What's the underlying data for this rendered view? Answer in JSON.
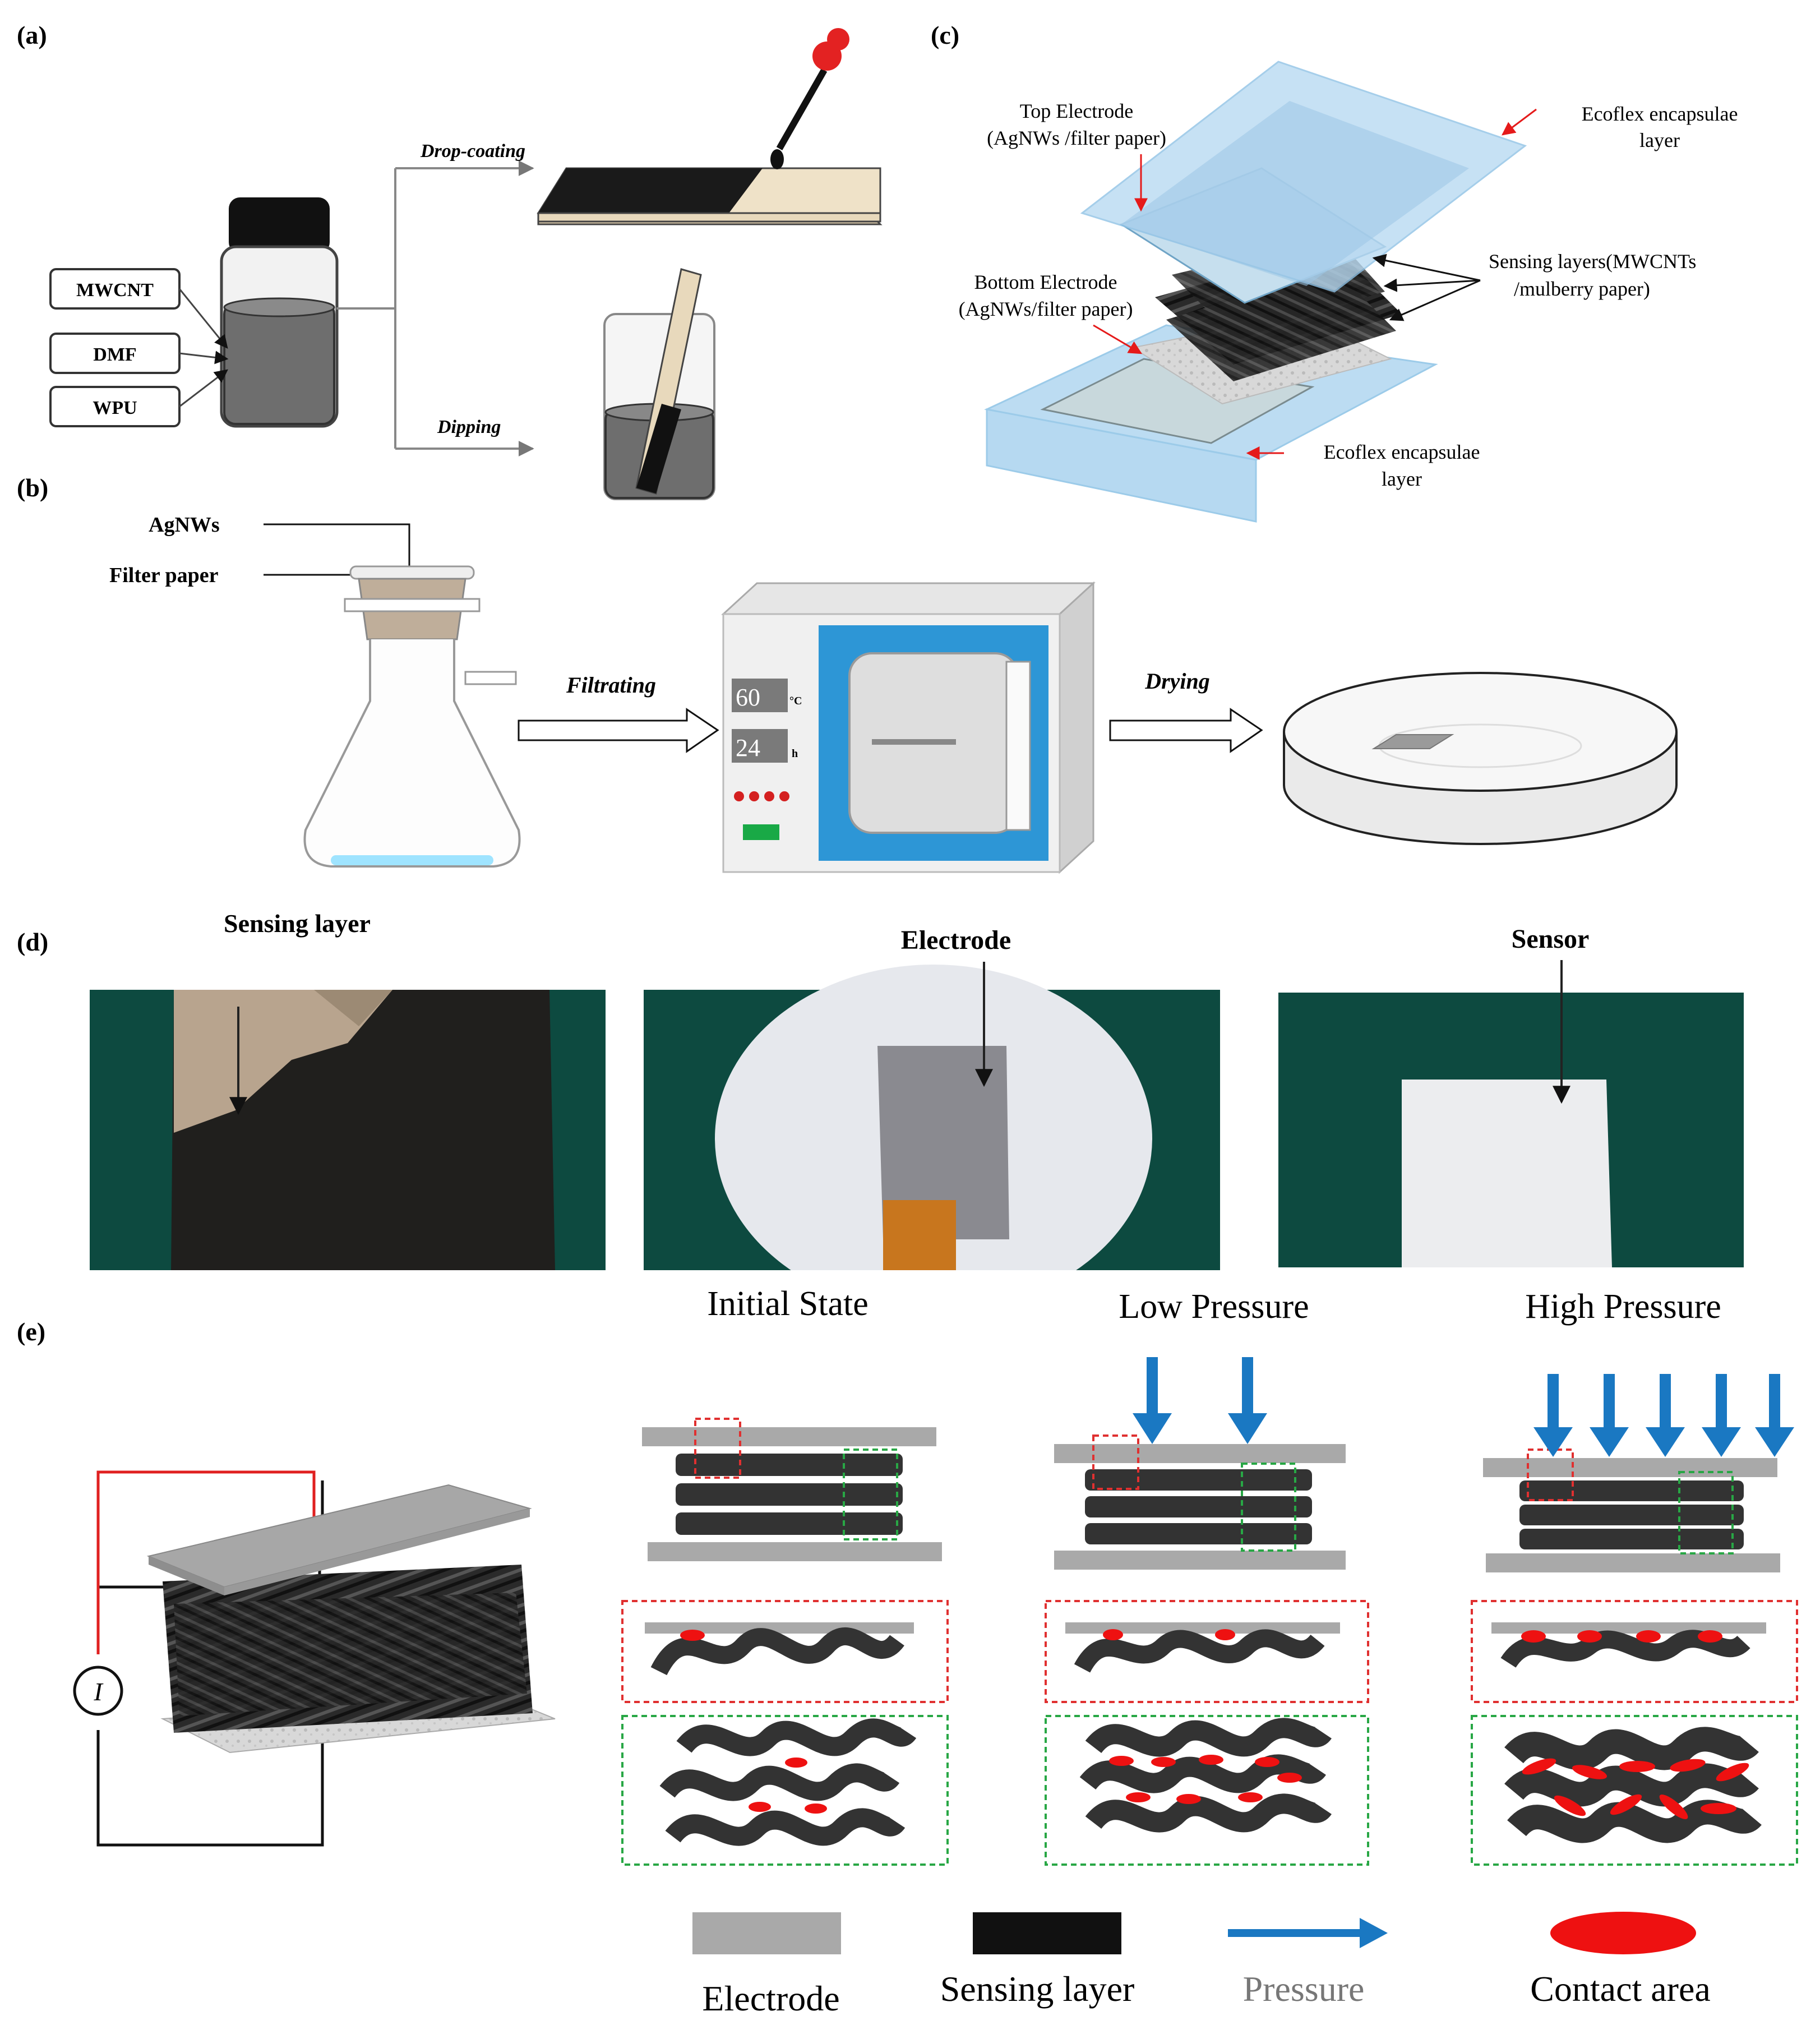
{
  "panels": {
    "a": {
      "label": "(a)",
      "components": [
        "MWCNT",
        "DMF",
        "WPU"
      ],
      "method_drop": "Drop-coating",
      "method_dip": "Dipping"
    },
    "b": {
      "label": "(b)",
      "agnws": "AgNWs",
      "filter_paper": "Filter paper",
      "step_filtrating": "Filtrating",
      "step_drying": "Drying",
      "oven_temp": "60",
      "oven_temp_unit": "°C",
      "oven_time": "24",
      "oven_time_unit": "h"
    },
    "c": {
      "label": "(c)",
      "top_electrode_1": "Top Electrode",
      "top_electrode_2": "(AgNWs /filter paper)",
      "ecoflex_top_1": "Ecoflex encapsulae",
      "ecoflex_top_2": "layer",
      "sensing_1": "Sensing  layers(MWCNTs",
      "sensing_2": "/mulberry paper)",
      "bottom_electrode_1": "Bottom Electrode",
      "bottom_electrode_2": "(AgNWs/filter paper)",
      "ecoflex_bottom_1": "Ecoflex encapsulae",
      "ecoflex_bottom_2": "layer"
    },
    "d": {
      "label": "(d)",
      "photo_1": "Sensing layer",
      "photo_2": "Electrode",
      "photo_3": "Sensor"
    },
    "e": {
      "label": "(e)",
      "current_symbol": "I",
      "states": [
        "Initial State",
        "Low Pressure",
        "High Pressure"
      ]
    }
  },
  "legend": {
    "items": [
      "Electrode",
      "Sensing  layer",
      "Pressure",
      "Contact area"
    ]
  },
  "colors": {
    "electrode": "#a9a9a9",
    "sensing": "#333333",
    "pressure": "#1a78c2",
    "contact": "#ee1111",
    "ecoflex": "#bcdcf2",
    "photo_bg": "#0d4a40",
    "oven": "#2d96d6"
  }
}
